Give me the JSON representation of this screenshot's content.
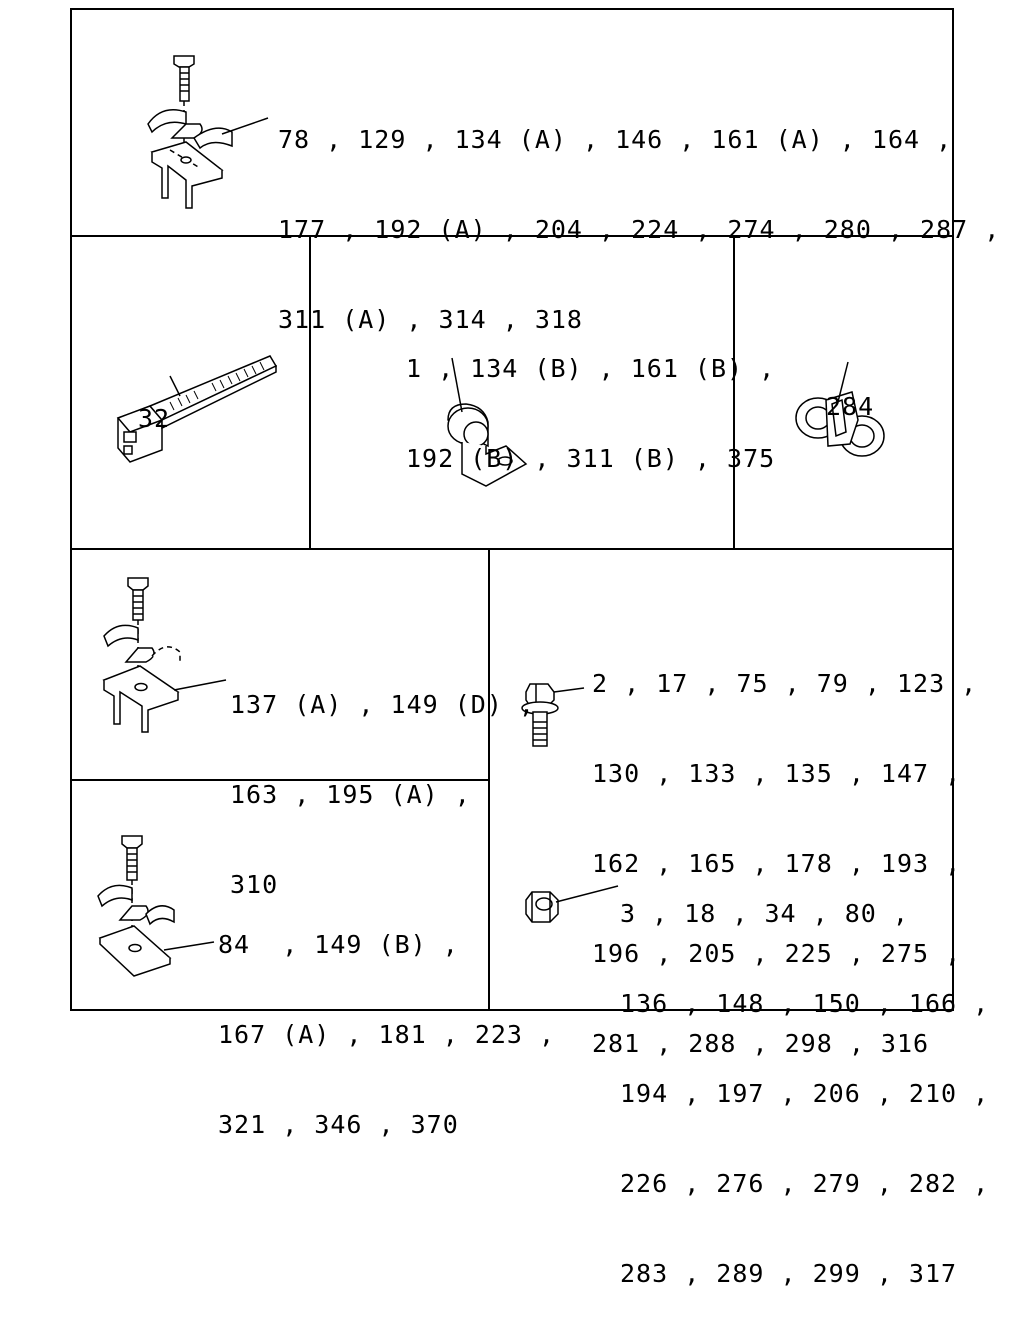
{
  "panels": {
    "clip_bolt_bracket": {
      "lines": [
        "78 , 129 , 134 (A) , 146 , 161 (A) , 164 ,",
        "177 , 192 (A) , 204 , 224 , 274 , 280 , 287 ,",
        "311 (A) , 314 , 318"
      ]
    },
    "cable_tie": {
      "lines": [
        "32"
      ]
    },
    "p_clamp": {
      "lines": [
        "1 , 134 (B) , 161 (B) ,",
        "192 (B) , 311 (B) , 375"
      ]
    },
    "double_clip": {
      "lines": [
        "284"
      ]
    },
    "clip_bracket_2": {
      "lines": [
        "137 (A) , 149 (D) ,",
        "163 , 195 (A) ,",
        "310"
      ]
    },
    "bolt": {
      "lines": [
        "2 , 17 , 75 , 79 , 123 ,",
        "130 , 133 , 135 , 147 ,",
        "162 , 165 , 178 , 193 ,",
        "196 , 205 , 225 , 275 ,",
        "281 , 288 , 298 , 316"
      ]
    },
    "clip_plate": {
      "lines": [
        "84  , 149 (B) ,",
        "167 (A) , 181 , 223 ,",
        "321 , 346 , 370"
      ]
    },
    "nut": {
      "lines": [
        "3 , 18 , 34 , 80 ,",
        "136 , 148 , 150 , 166 ,",
        "194 , 197 , 206 , 210 ,",
        "226 , 276 , 279 , 282 ,",
        "283 , 289 , 299 , 317"
      ]
    }
  }
}
